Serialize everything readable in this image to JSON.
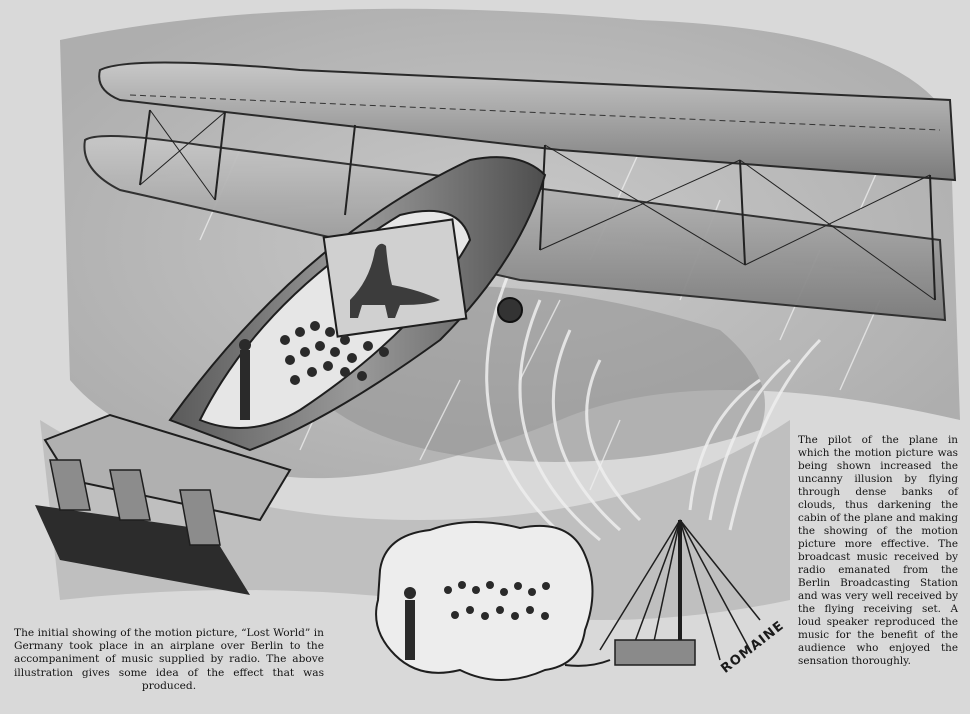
{
  "caption_left": "The initial showing of the motion picture, “Lost World” in Germany took place in an airplane over Berlin to the accompaniment of music supplied by radio. The above illustration gives some idea of the effect that was produced.",
  "caption_right": "The pilot of the plane in which the motion picture was being shown increased the uncanny illusion by flying through dense banks of clouds, thus darkening the cabin of the plane and making the showing of the motion picture more effective. The broadcast music received by radio emanated from the Berlin Broadcasting Station and was very well received by the flying receiving set. A loud speaker reproduced the music for the benefit of the audience who enjoyed the sensation thoroughly.",
  "signature": "ROMAINE",
  "colors": {
    "paper": "#d9d9d9",
    "ink": "#141414"
  }
}
